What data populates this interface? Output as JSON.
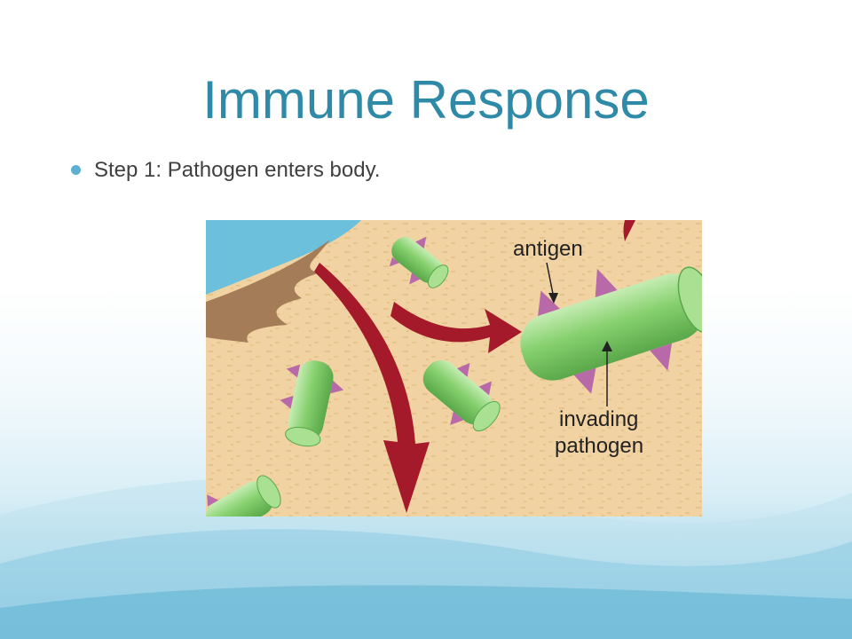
{
  "slide": {
    "title": "Immune Response",
    "bullets": [
      {
        "text": "Step 1: Pathogen enters body."
      }
    ]
  },
  "figure": {
    "labels": {
      "antigen": "antigen",
      "invading_line1": "invading",
      "invading_line2": "pathogen"
    },
    "colors": {
      "tissue": "#f1d2a2",
      "sky": "#6cc0dc",
      "skin_flap": "#a47c57",
      "pathogen": "#7fcc6a",
      "antigen": "#b86aa8",
      "arrow": "#a51a2a",
      "title": "#2f8aa8"
    }
  }
}
